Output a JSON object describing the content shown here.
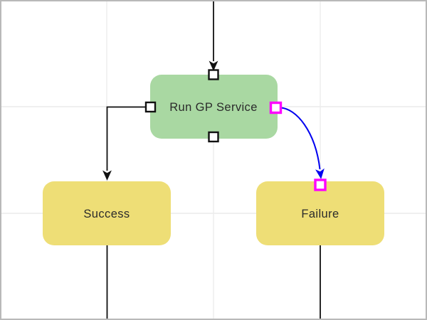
{
  "colors": {
    "background": "#ffffff",
    "grid_line": "#ececec",
    "canvas_border": "#b9b9b9",
    "node_green": "#a9d8a2",
    "node_yellow": "#eede76",
    "node_text": "#2b2b2b",
    "edge_black": "#111111",
    "edge_selected_blue": "#0000f0",
    "port_border": "#111111",
    "port_fill": "#ffffff",
    "port_selected": "#ff00ff"
  },
  "diagram": {
    "nodes": [
      {
        "id": "run-gp-service",
        "label": "Run GP Service",
        "color": "green"
      },
      {
        "id": "success",
        "label": "Success",
        "color": "yellow"
      },
      {
        "id": "failure",
        "label": "Failure",
        "color": "yellow"
      }
    ],
    "edges": [
      {
        "id": "edge-top-into-run-gp",
        "from": "offscreen-top",
        "to": "run-gp-service",
        "style": "black-arrow"
      },
      {
        "id": "edge-run-gp-to-success",
        "from": "run-gp-service",
        "to": "success",
        "style": "black-arrow"
      },
      {
        "id": "edge-run-gp-to-failure",
        "from": "run-gp-service",
        "to": "failure",
        "style": "blue-selected-arrow"
      },
      {
        "id": "edge-success-offscreen-bottom",
        "from": "success",
        "to": "offscreen-bottom",
        "style": "black-line"
      },
      {
        "id": "edge-failure-offscreen-bottom",
        "from": "failure",
        "to": "offscreen-bottom",
        "style": "black-line"
      }
    ],
    "ports": [
      {
        "node": "run-gp-service",
        "side": "top",
        "selected": false
      },
      {
        "node": "run-gp-service",
        "side": "left",
        "selected": false
      },
      {
        "node": "run-gp-service",
        "side": "bottom",
        "selected": false
      },
      {
        "node": "run-gp-service",
        "side": "right",
        "selected": true
      },
      {
        "node": "failure",
        "side": "top",
        "selected": true
      }
    ]
  }
}
